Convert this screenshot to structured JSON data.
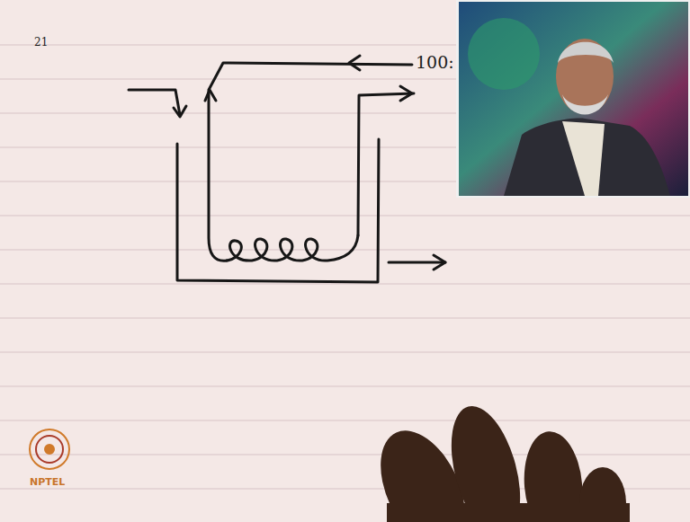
{
  "diagram": {
    "labels": [
      "21",
      "100:",
      "NPTEL"
    ]
  }
}
